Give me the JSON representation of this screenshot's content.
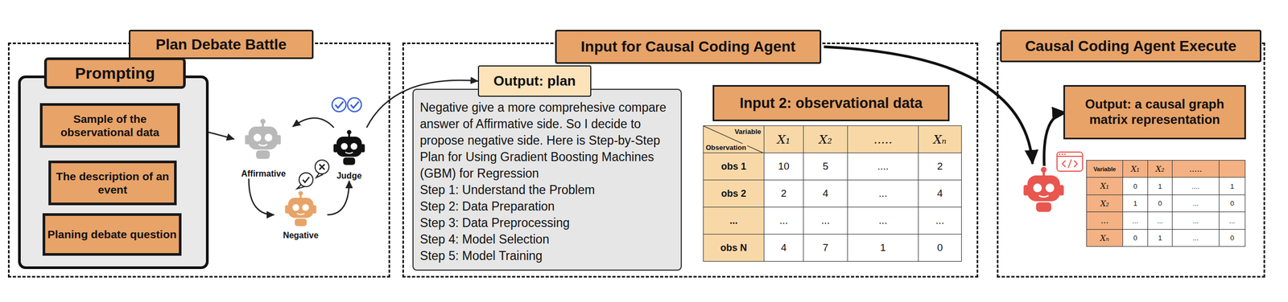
{
  "diagram": {
    "nodes": [
      {
        "text": [
          "Plan Debate Battle"
        ]
      },
      {
        "text": [
          "Prompting"
        ],
        "in": 0
      },
      {
        "text": [
          "Sample of the observational data"
        ],
        "in": 1
      },
      {
        "text": [
          "The description of an event"
        ],
        "in": 1
      },
      {
        "text": [
          "Planing debate question"
        ],
        "in": 1
      },
      {
        "text": [
          "Affirmative"
        ],
        "in": 0
      },
      {
        "text": [
          "Judge"
        ],
        "in": 0
      },
      {
        "text": [
          "Negative"
        ],
        "in": 0
      },
      {
        "text": [
          "Input for Causal Coding Agent"
        ]
      },
      {
        "text": [
          "Output: plan",
          "Negative give a more comprehesive compare answer of Affirmative side. So I decide to propose negative side. Here is Step-by-Step Plan for Using Gradient Boosting Machines (GBM) for Regression",
          "Step 1: Understand the Problem",
          "Step 2: Data Preparation",
          "Step 3: Data Preprocessing",
          "Step 4: Model Selection",
          "Step 5: Model Training"
        ],
        "in": 8
      },
      {
        "text": [
          "Input 2: observational data"
        ],
        "in": 8
      },
      {
        "text": [
          "Causal Coding Agent Execute"
        ]
      },
      {
        "text": [
          "Output: a causal graph matrix representation"
        ],
        "in": 11
      }
    ],
    "edges": [
      {
        "from": 2,
        "to": 5,
        "arrow": "to"
      },
      {
        "from": 6,
        "to": 5,
        "arrow": "to"
      },
      {
        "from": 5,
        "to": 7,
        "arrow": "to"
      },
      {
        "from": 7,
        "to": 6,
        "arrow": "to"
      },
      {
        "from": 6,
        "to": 9,
        "arrow": "to"
      }
    ],
    "labels": [
      "Variable",
      "Observation",
      "X₁",
      "X₂",
      ".....",
      "Xₙ",
      "obs 1",
      "10",
      "5",
      "....",
      "2",
      "obs 2",
      "2",
      "4",
      "...",
      "4",
      "...",
      "...",
      "...",
      "...",
      "...",
      "obs N",
      "4",
      "7",
      "1",
      "0",
      "Variable",
      "X₁",
      "X₂",
      ".....",
      "X₁",
      "0",
      "1",
      "....",
      "1",
      "X₂",
      "1",
      "0",
      "...",
      "0",
      "...",
      "...",
      "...",
      "...",
      "...",
      "Xₙ",
      "0",
      "1",
      "...",
      "0"
    ]
  }
}
